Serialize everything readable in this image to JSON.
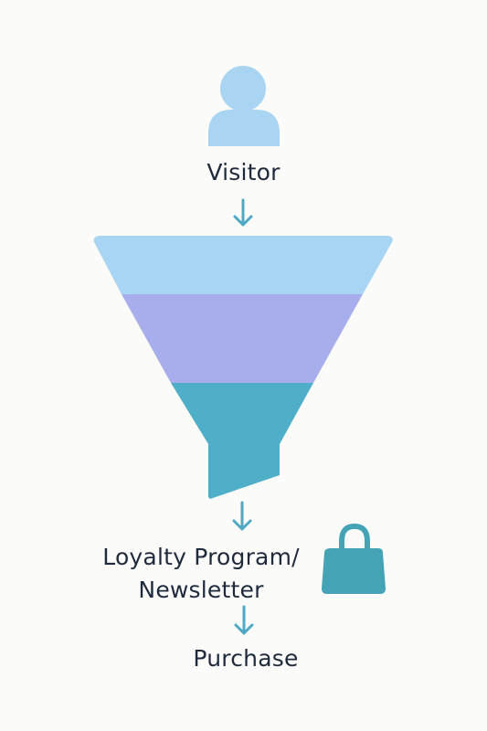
{
  "diagram": {
    "title": "",
    "colors": {
      "background": "#fbfbf9",
      "text": "#1f2a3d",
      "icon_light_blue": "#a9d4f2",
      "arrow": "#4fa8c6",
      "funnel_top": "#a8d5f3",
      "funnel_middle": "#a7aeeb",
      "funnel_bottom": "#4faec8",
      "bag": "#45a3b6"
    },
    "icons": {
      "visitor": "person-icon",
      "loyalty": "shopping-bag-icon"
    },
    "steps": [
      {
        "id": "visitor",
        "label": "Visitor"
      },
      {
        "id": "loyalty",
        "label_line1": "Loyalty Program/",
        "label_line2": "Newsletter"
      },
      {
        "id": "purchase",
        "label": "Purchase"
      }
    ],
    "funnel": {
      "stages": 3
    }
  }
}
